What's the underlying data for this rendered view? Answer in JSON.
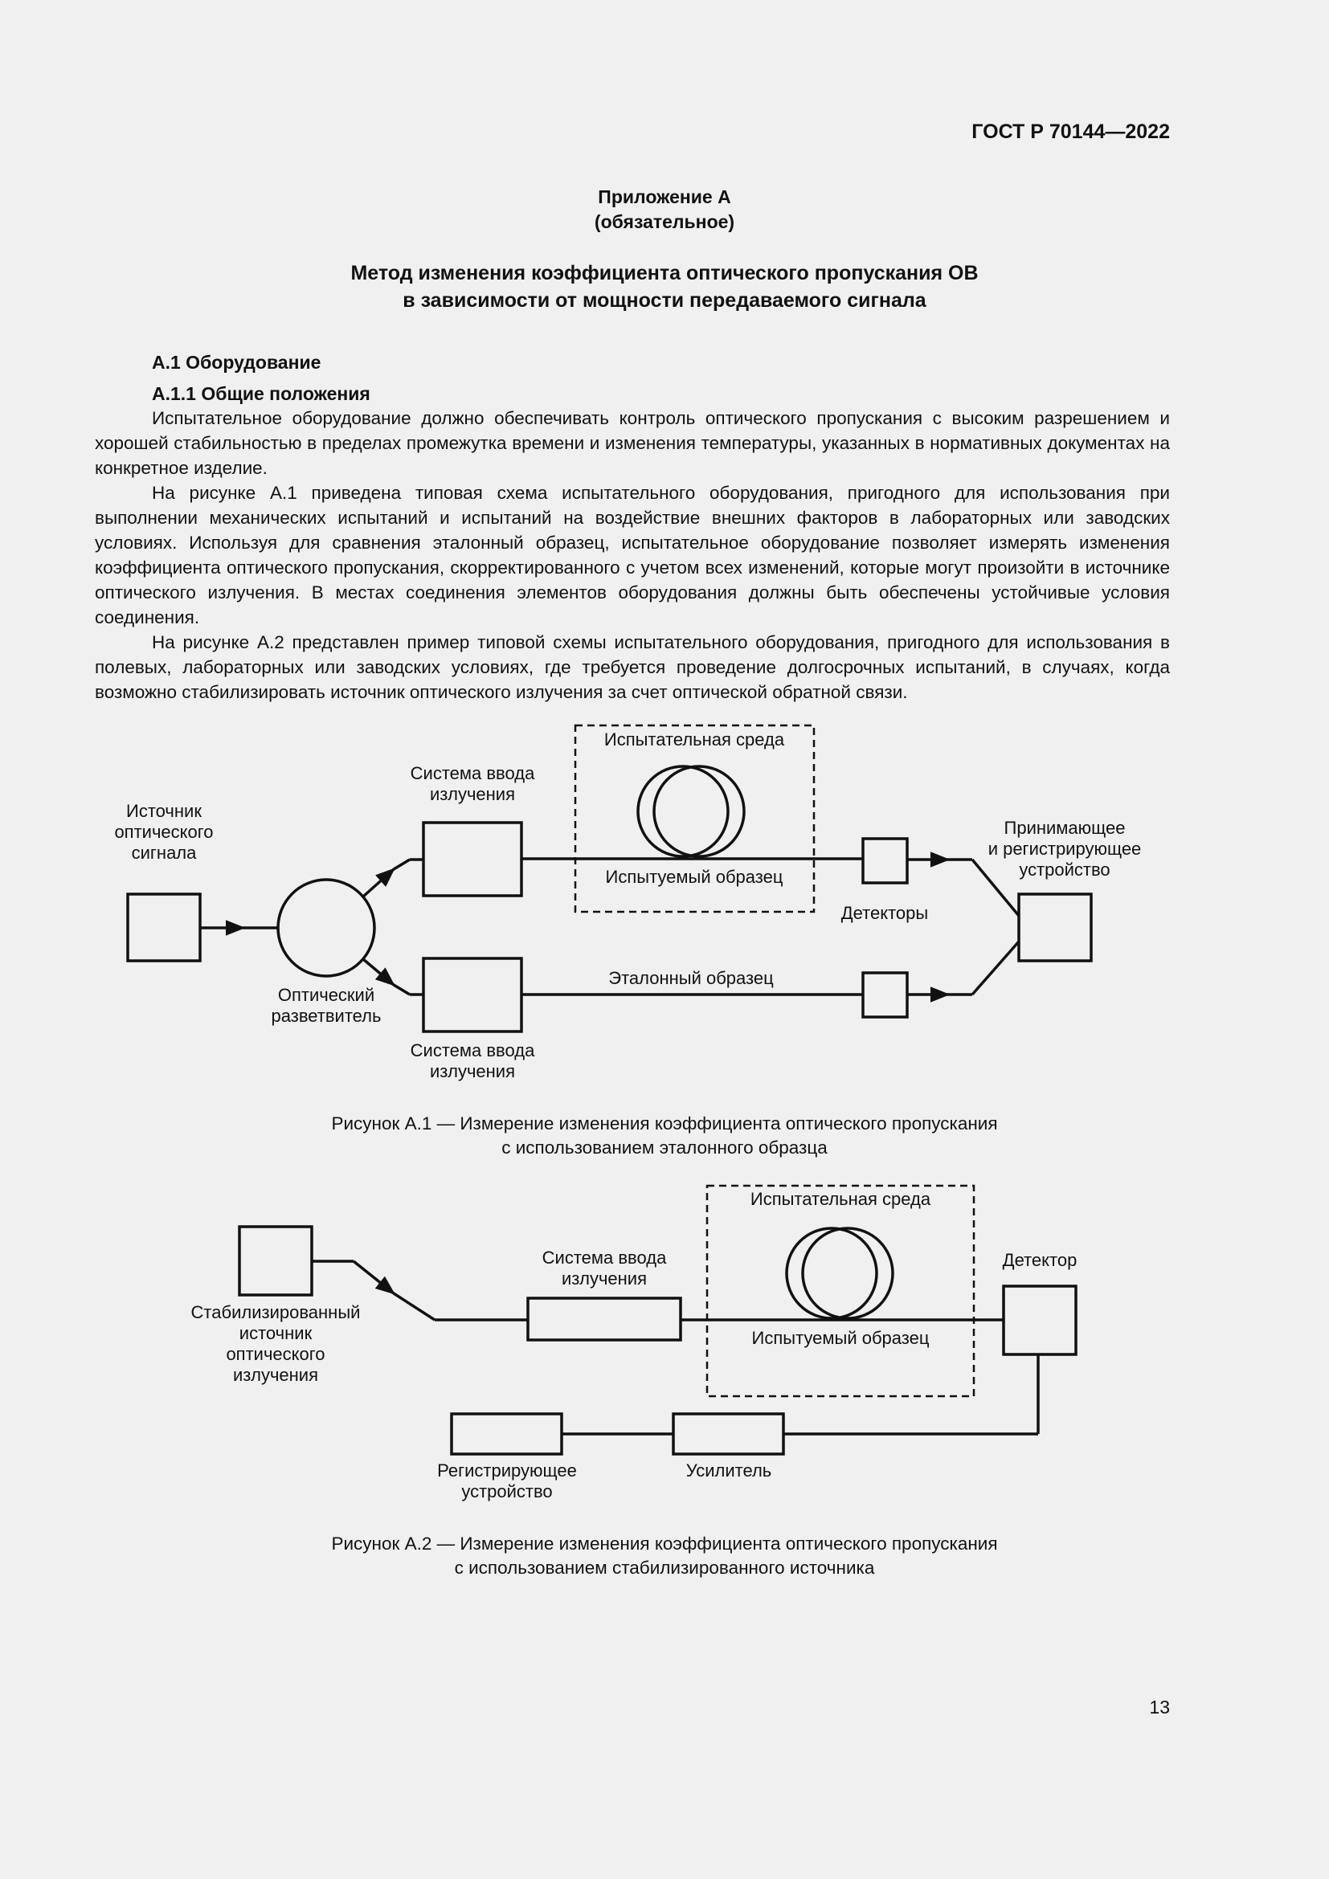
{
  "header": {
    "doc_code": "ГОСТ Р 70144—2022"
  },
  "appendix": {
    "line1": "Приложение А",
    "line2": "(обязательное)"
  },
  "title": {
    "line1": "Метод изменения коэффициента оптического пропускания ОВ",
    "line2": "в зависимости от мощности передаваемого сигнала"
  },
  "section": {
    "a1": "А.1  Оборудование",
    "a11": "А.1.1  Общие положения"
  },
  "paragraphs": [
    "Испытательное оборудование должно обеспечивать контроль оптического пропускания с высоким разрешением и хорошей стабильностью в пределах промежутка времени и изменения температуры, указанных в нормативных документах на конкретное изделие.",
    "На рисунке А.1 приведена типовая схема испытательного оборудования, пригодного для использования при выполнении механических испытаний и испытаний на воздействие внешних факторов в лабораторных или заводских условиях. Используя для сравнения эталонный образец, испытательное оборудование позволяет измерять изменения коэффициента оптического пропускания, скорректированного с учетом всех изменений, которые могут произойти в источнике оптического излучения. В местах соединения элементов оборудования должны быть обеспечены устойчивые условия соединения.",
    "На рисунке А.2 представлен пример типовой схемы испытательного оборудования, пригодного для использования в полевых, лабораторных или заводских условиях, где требуется проведение долгосрочных испытаний, в случаях, когда возможно стабилизировать источник оптического излучения за счет оптической обратной связи."
  ],
  "fig1": {
    "source": [
      "Источник",
      "оптического",
      "сигнала"
    ],
    "splitter": [
      "Оптический",
      "разветвитель"
    ],
    "launch_top": [
      "Система ввода",
      "излучения"
    ],
    "launch_bottom": [
      "Система ввода",
      "излучения"
    ],
    "env": "Испытательная среда",
    "sample": "Испытуемый образец",
    "reference": "Эталонный образец",
    "detectors": "Детекторы",
    "receiver": [
      "Принимающее",
      "и регистрирующее",
      "устройство"
    ],
    "caption": [
      "Рисунок А.1 — Измерение изменения коэффициента оптического пропускания",
      "с использованием эталонного образца"
    ]
  },
  "fig2": {
    "source": [
      "Стабилизированный",
      "источник",
      "оптического",
      "излучения"
    ],
    "launch": [
      "Система ввода",
      "излучения"
    ],
    "env": "Испытательная среда",
    "sample": "Испытуемый образец",
    "detector": "Детектор",
    "recorder": [
      "Регистрирующее",
      "устройство"
    ],
    "amplifier": "Усилитель",
    "caption": [
      "Рисунок А.2 — Измерение изменения коэффициента оптического пропускания",
      "с использованием стабилизированного источника"
    ]
  },
  "page_number": "13"
}
